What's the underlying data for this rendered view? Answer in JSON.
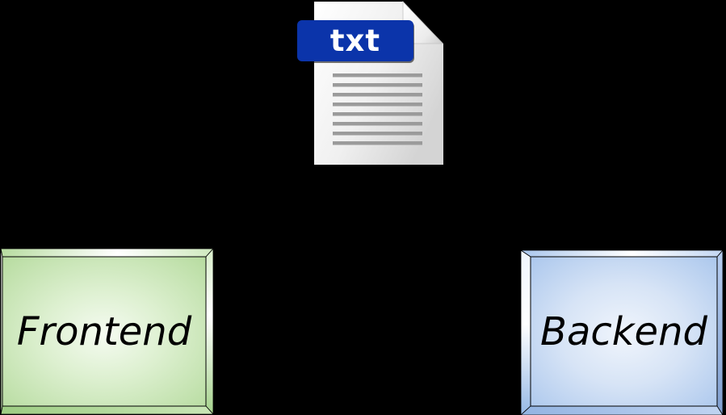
{
  "canvas": {
    "background_color": "#000000"
  },
  "file_icon": {
    "badge_label": "txt",
    "badge_color": "#0b34aa",
    "badge_text_color": "#ffffff",
    "document_line_count": 8,
    "document_line_color": "#9b9b9b"
  },
  "nodes": [
    {
      "id": "frontend",
      "label": "Frontend",
      "theme_color": "#b4da9c"
    },
    {
      "id": "backend",
      "label": "Backend",
      "theme_color": "#a8c5ec"
    }
  ]
}
